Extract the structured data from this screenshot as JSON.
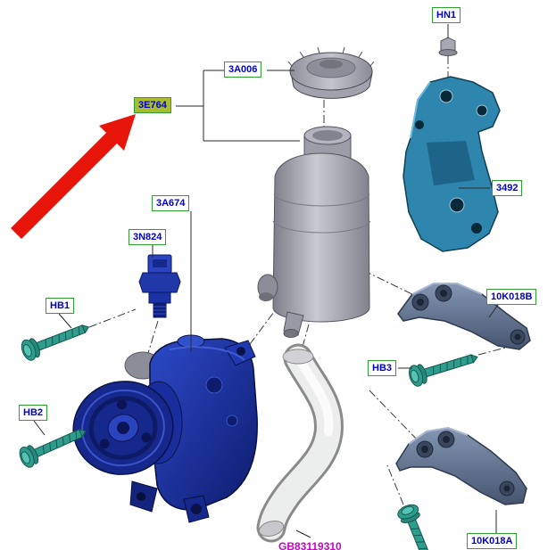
{
  "labels": {
    "hn1": {
      "text": "HN1"
    },
    "a3006": {
      "text": "3A006"
    },
    "e3764": {
      "text": "3E764"
    },
    "b3492": {
      "text": "3492"
    },
    "a3674": {
      "text": "3A674"
    },
    "n3824": {
      "text": "3N824"
    },
    "k10018b": {
      "text": "10K018B"
    },
    "hb1": {
      "text": "HB1"
    },
    "hb3": {
      "text": "HB3"
    },
    "hb2": {
      "text": "HB2"
    },
    "k10018a": {
      "text": "10K018A"
    }
  },
  "watermark": {
    "text": "GB83119310"
  },
  "colors": {
    "label_border": "#2fa12f",
    "label_text": "#0000cd",
    "highlight_bg": "#a8bc2e",
    "arrow_red": "#e8150a",
    "bolt_teal": "#2f9d8e",
    "bracket_teal": "#2e85ad",
    "watermark_magenta": "#cc00cc"
  }
}
